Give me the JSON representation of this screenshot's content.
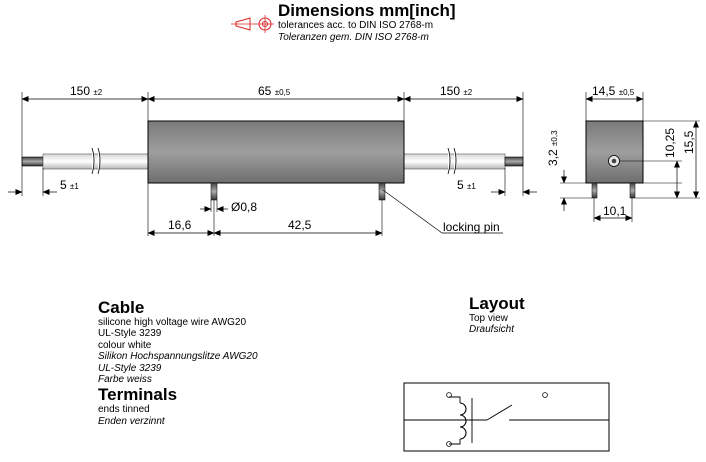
{
  "header": {
    "title": "Dimensions mm[inch]",
    "tolerance_en": "tolerances acc. to DIN ISO 2768-m",
    "tolerance_de": "Toleranzen gem. DIN ISO 2768-m"
  },
  "front_view": {
    "lead_left": "150",
    "lead_left_tol": "±2",
    "body_length": "65",
    "body_length_tol": "±0,5",
    "lead_right": "150",
    "lead_right_tol": "±2",
    "strip_left": "5",
    "strip_left_tol": "±1",
    "strip_right": "5",
    "strip_right_tol": "±1",
    "pin_diameter": "Ø0,8",
    "pin_offset": "16,6",
    "pin_spacing": "42,5",
    "locking_pin_label": "locking pin"
  },
  "side_view": {
    "width": "14,5",
    "width_tol": "±0,5",
    "pin_height": "3,2",
    "pin_height_tol": "±0,3",
    "axis_height": "10,25",
    "total_height": "15,5",
    "pin_pitch": "10,1"
  },
  "cable": {
    "heading": "Cable",
    "lines": [
      "silicone high voltage wire AWG20",
      "UL-Style 3239",
      "colour white"
    ],
    "lines_de": [
      "Silikon Hochspannungslitze AWG20",
      "UL-Style 3239",
      "Farbe weiss"
    ]
  },
  "terminals": {
    "heading": "Terminals",
    "line": "ends tinned",
    "line_de": "Enden verzinnt"
  },
  "layout": {
    "heading": "Layout",
    "line": "Top view",
    "line_de": "Draufsicht"
  }
}
